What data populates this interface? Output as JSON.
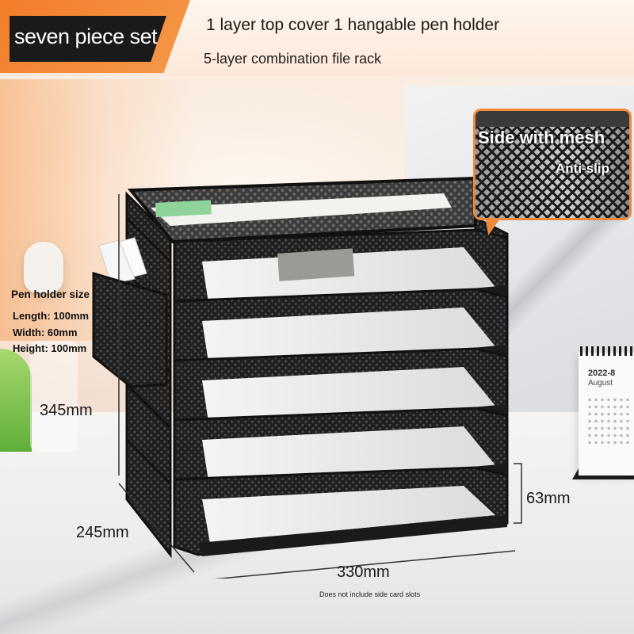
{
  "banner": {
    "title": "seven piece set",
    "line1": "1 layer top cover 1 hangable pen holder",
    "line2": "5-layer combination file rack"
  },
  "callout": {
    "title": "Side with mesh",
    "subtitle": "Anti-slip"
  },
  "pen_holder": {
    "title": "Pen holder size",
    "length": "Length: 100mm",
    "width": "Width: 60mm",
    "height": "Height: 100mm"
  },
  "dimensions": {
    "height": "345mm",
    "depth": "245mm",
    "layer_gap": "63mm",
    "width": "330mm"
  },
  "footnote": "Does not include side card slots",
  "calendar": {
    "year_month": "2022-8",
    "month": "August"
  },
  "colors": {
    "accent_orange": "#f27c2a",
    "rack_black": "#1a1a1a"
  }
}
